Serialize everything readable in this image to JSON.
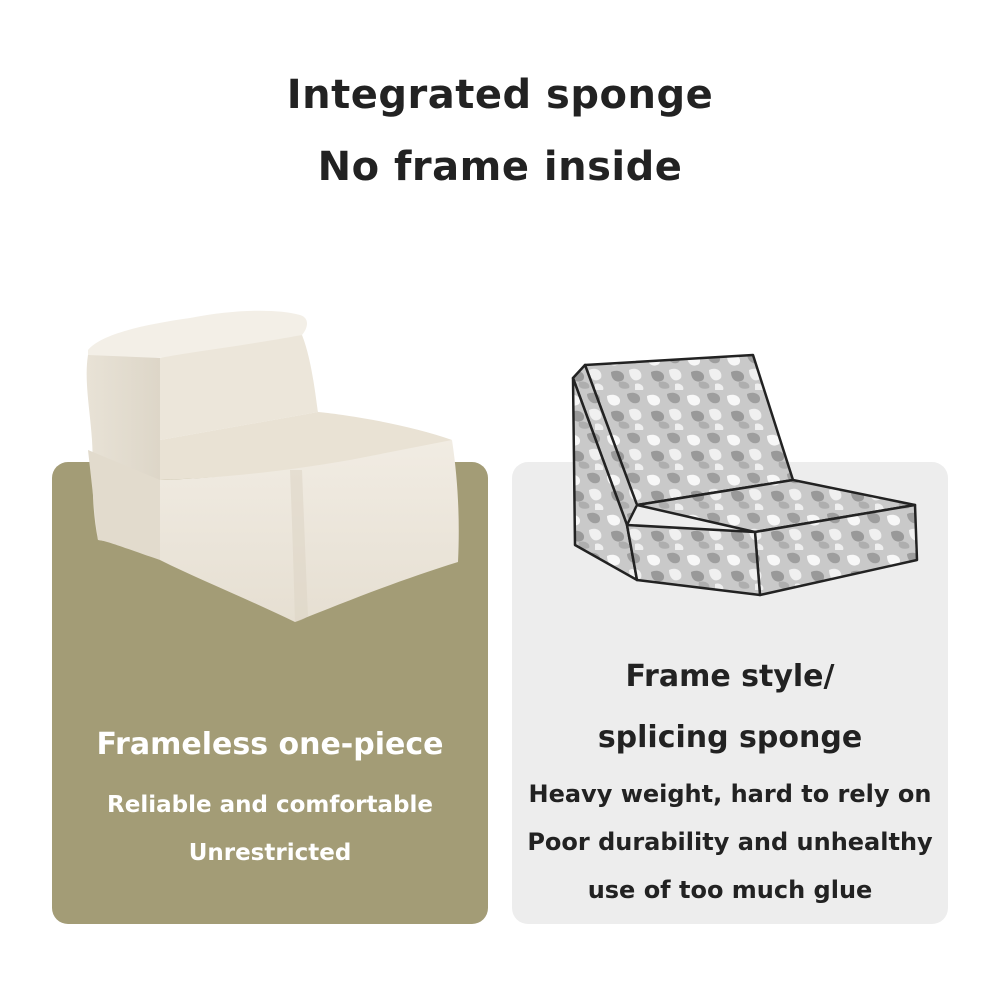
{
  "header": {
    "line1": "Integrated sponge",
    "line2": "No frame inside"
  },
  "left_panel": {
    "title": "Frameless one-piece",
    "subtitle1": "Reliable and comfortable",
    "subtitle2": "Unrestricted",
    "color": "#a39c76"
  },
  "right_panel": {
    "title_line1": "Frame style/",
    "title_line2": "splicing sponge",
    "subtitle1": "Heavy weight, hard to rely on",
    "subtitle2": "Poor durability and unhealthy",
    "subtitle3": "use of too much glue",
    "color": "#ededed"
  }
}
